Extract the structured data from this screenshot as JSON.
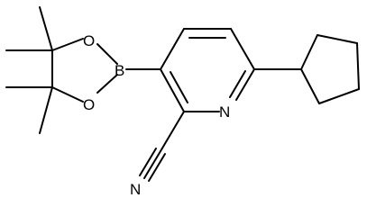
{
  "structure": {
    "atoms": {
      "B": "B",
      "O_top": "O",
      "O_bottom": "O",
      "N_ring": "N",
      "N_nitrile": "N"
    },
    "colors": {
      "bond": "#000000",
      "label": "#000000",
      "background": "#ffffff"
    }
  }
}
